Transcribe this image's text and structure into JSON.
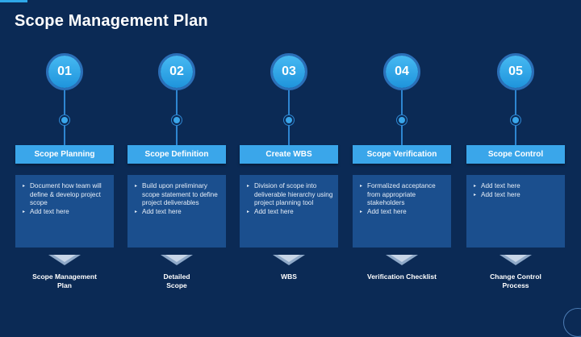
{
  "title": "Scope Management Plan",
  "steps": [
    {
      "number": "01",
      "label": "Scope Planning",
      "bullets": [
        "Document how team will define & develop project scope",
        "Add text here"
      ],
      "output_lines": [
        "Scope Management",
        "Plan"
      ]
    },
    {
      "number": "02",
      "label": "Scope Definition",
      "bullets": [
        "Build upon preliminary scope statement to define project deliverables",
        "Add text here"
      ],
      "output_lines": [
        "Detailed",
        "Scope"
      ]
    },
    {
      "number": "03",
      "label": "Create WBS",
      "bullets": [
        "Division of scope into deliverable hierarchy using project planning tool",
        "Add text here"
      ],
      "output_lines": [
        "WBS",
        ""
      ]
    },
    {
      "number": "04",
      "label": "Scope Verification",
      "bullets": [
        "Formalized acceptance from appropriate stakeholders",
        "Add text here"
      ],
      "output_lines": [
        "Verification Checklist",
        ""
      ]
    },
    {
      "number": "05",
      "label": "Scope Control",
      "bullets": [
        "Add text here",
        "Add text here"
      ],
      "output_lines": [
        "Change Control",
        "Process"
      ]
    }
  ],
  "colors": {
    "background": "#0b2a55",
    "accent": "#3aa6ea",
    "box": "#1b4f8e"
  }
}
